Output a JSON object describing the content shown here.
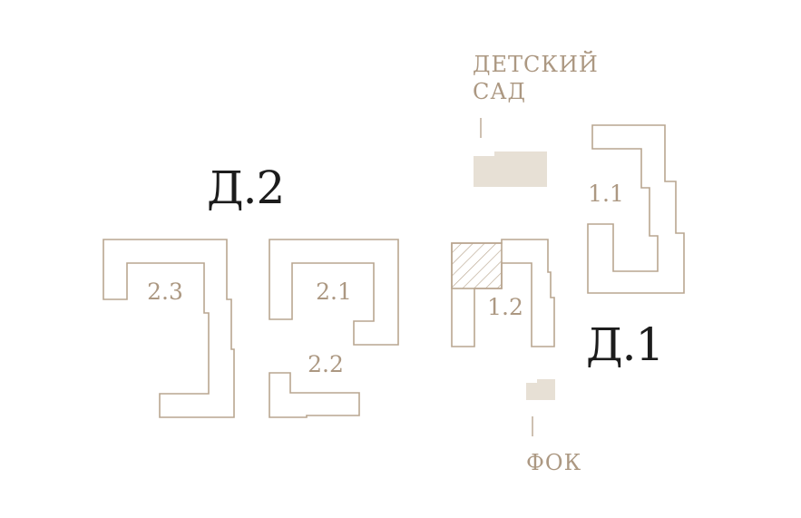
{
  "districts": {
    "d2": "Д.2",
    "d1": "Д.1"
  },
  "buildings": {
    "b2_3": "2.3",
    "b2_1": "2.1",
    "b2_2": "2.2",
    "b1_2": "1.2",
    "b1_1": "1.1"
  },
  "facilities": {
    "kindergarten_line1": "ДЕТСКИЙ",
    "kindergarten_line2": "САД",
    "sports_center": "ФОК"
  },
  "colors": {
    "outline": "#b9a690",
    "fill": "#e7e0d5",
    "label": "#ac9882",
    "district": "#1c1c1c"
  }
}
